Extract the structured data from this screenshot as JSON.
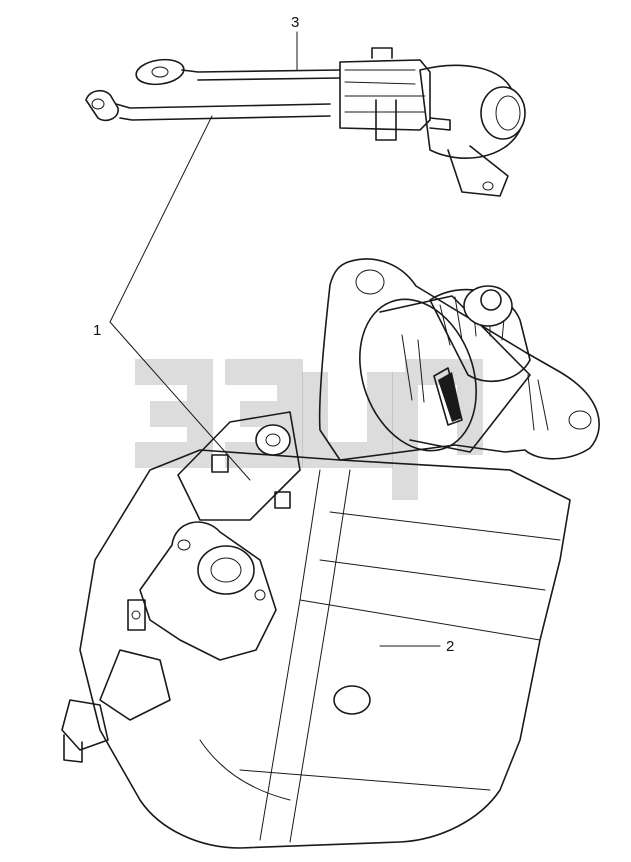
{
  "callouts": [
    {
      "id": "1",
      "label": "1"
    },
    {
      "id": "2",
      "label": "2"
    },
    {
      "id": "3",
      "label": "3"
    }
  ],
  "colors": {
    "line": "#1a1a1a",
    "watermark": "#9a9a9a",
    "background": "#ffffff"
  }
}
